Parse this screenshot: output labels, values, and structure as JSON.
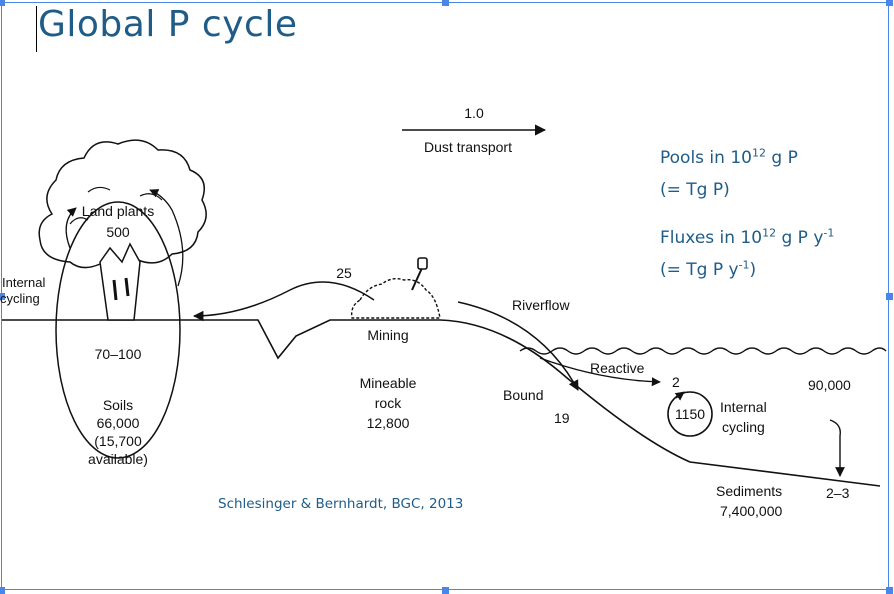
{
  "slide": {
    "title": "Global P cycle",
    "citation": "Schlesinger & Bernhardt, BGC, 2013"
  },
  "legend": {
    "pools_prefix": "Pools in 10",
    "pools_exp": "12",
    "pools_suffix": " g P",
    "pools_note": "(= Tg P)",
    "fluxes_prefix": "Fluxes in 10",
    "fluxes_exp": "12",
    "fluxes_mid": " g P y",
    "fluxes_exp2": "-1",
    "fluxes_note_prefix": "(= Tg P y",
    "fluxes_note_exp": "-1",
    "fluxes_note_suffix": ")"
  },
  "diagram": {
    "dust_flux": "1.0",
    "dust_label": "Dust transport",
    "land_plants_label": "Land plants",
    "land_plants_value": "500",
    "internal_cycling_land_1": "Internal",
    "internal_cycling_land_2": "cycling",
    "soil_uptake_flux": "70–100",
    "soils_label": "Soils",
    "soils_value": "66,000",
    "soils_available_1": "(15,700",
    "soils_available_2": "available)",
    "mining_flux": "25",
    "mining_label": "Mining",
    "mineable_1": "Mineable",
    "mineable_2": "rock",
    "mineable_value": "12,800",
    "riverflow_label": "Riverflow",
    "reactive_label": "Reactive",
    "reactive_flux": "2",
    "bound_label": "Bound",
    "bound_flux": "19",
    "ocean_cycling_value": "1150",
    "internal_cycling_ocean_1": "Internal",
    "internal_cycling_ocean_2": "cycling",
    "ocean_pool": "90,000",
    "sediments_label": "Sediments",
    "sediments_value": "7,400,000",
    "sediment_flux": "2–3"
  }
}
